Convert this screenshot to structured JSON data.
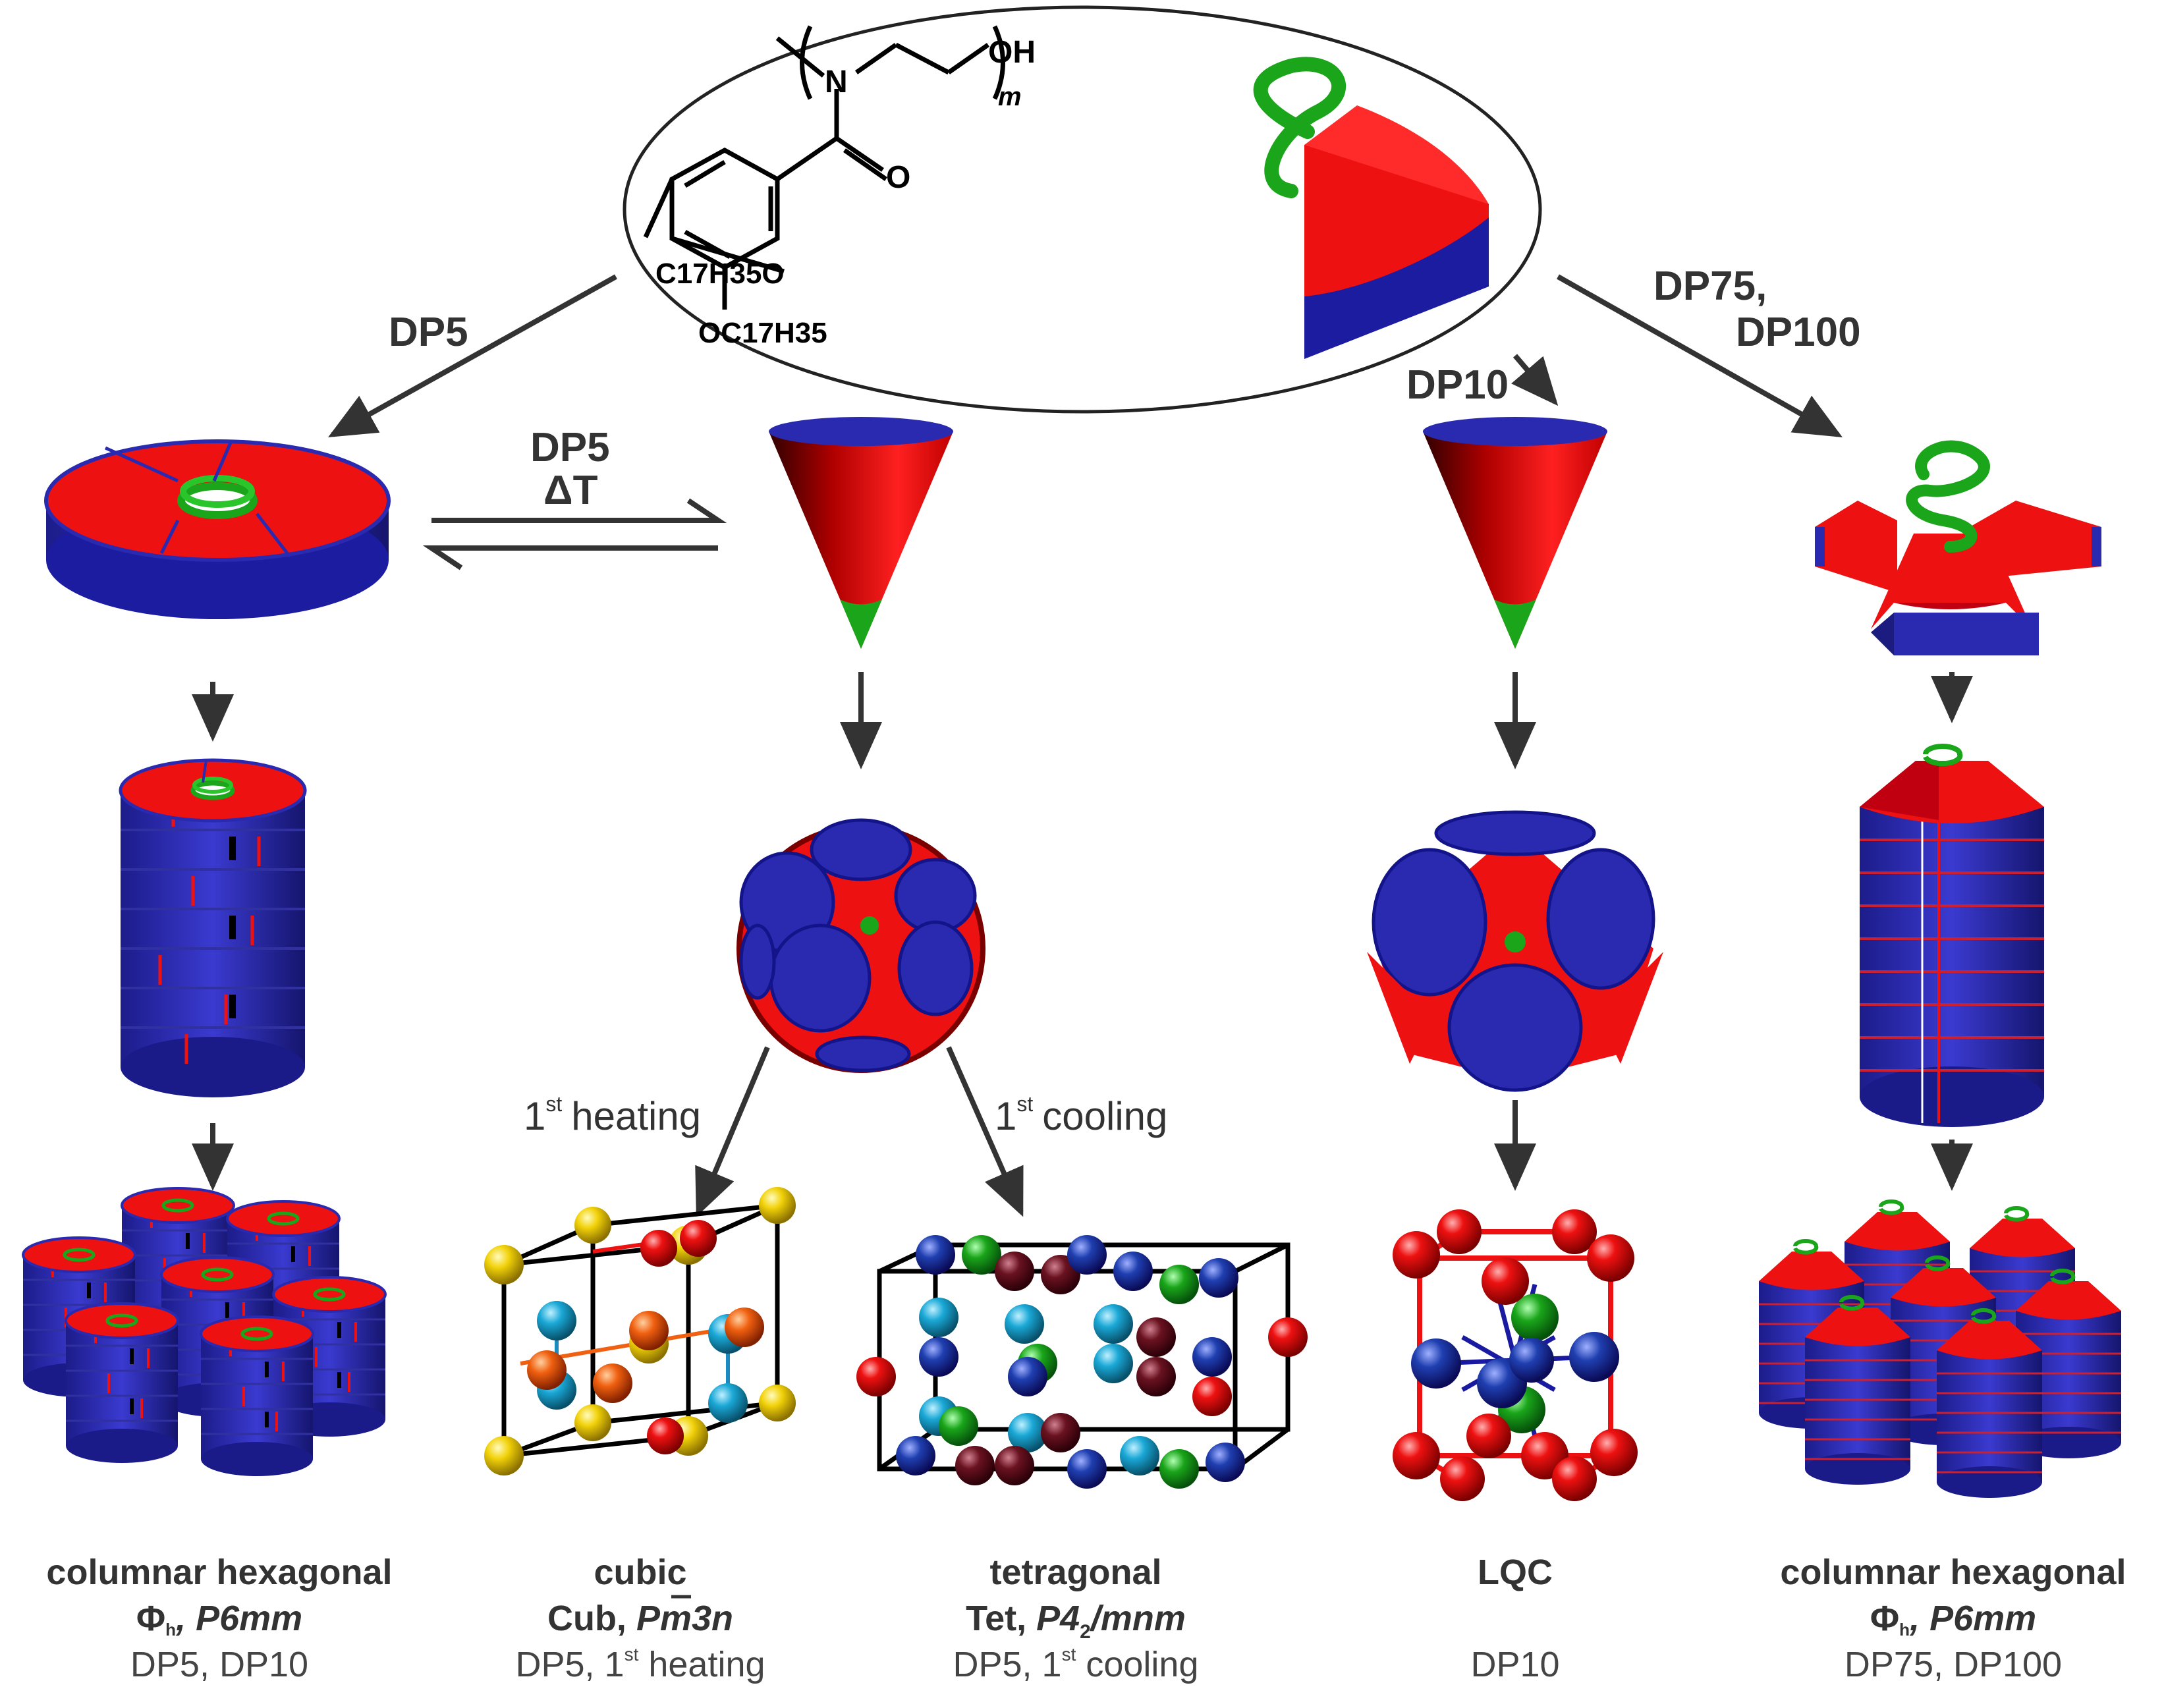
{
  "molecule": {
    "oh": "OH",
    "n": "N",
    "o": "O",
    "m": "m",
    "alkoxy_left": "C17H35O",
    "alkoxy_bottom": "OC17H35"
  },
  "arrows": {
    "dp5": "DP5",
    "dp5_eq_top": "DP5",
    "dp5_eq_bottom": "ΔT",
    "dp10": "DP10",
    "dp75": "DP75,",
    "dp100": "DP100",
    "heating_num": "1",
    "heating_sup": "st",
    "heating_text": "heating",
    "cooling_num": "1",
    "cooling_sup": "st",
    "cooling_text": "cooling"
  },
  "phases": [
    {
      "name": "columnar hexagonal",
      "sym_a": "Φ",
      "sym_sub": "h",
      "sym_b": ", P6mm",
      "cond": "DP5, DP10"
    },
    {
      "name": "cubic",
      "sym_a": "Cub, ",
      "sym_b": "Pm3n",
      "cond_a": "DP5, 1",
      "cond_sup": "st",
      "cond_b": " heating"
    },
    {
      "name": "tetragonal",
      "sym_a": "Tet, ",
      "sym_b": "P4",
      "sym_sub": "2",
      "sym_c": "/mnm",
      "cond_a": "DP5, 1",
      "cond_sup": "st",
      "cond_b": " cooling"
    },
    {
      "name": "LQC",
      "cond": "DP10"
    },
    {
      "name": "columnar hexagonal",
      "sym_a": "Φ",
      "sym_sub": "h",
      "sym_b": ", P6mm",
      "cond": "DP75, DP100"
    }
  ],
  "colors": {
    "red": "#ee1111",
    "blue": "#2a2ab0",
    "dark_blue": "#14148a",
    "green": "#1aa51a",
    "arrow": "#333333",
    "yellow": "#f2d20a",
    "cyan": "#1aa8d6",
    "maroon": "#6a1220"
  }
}
